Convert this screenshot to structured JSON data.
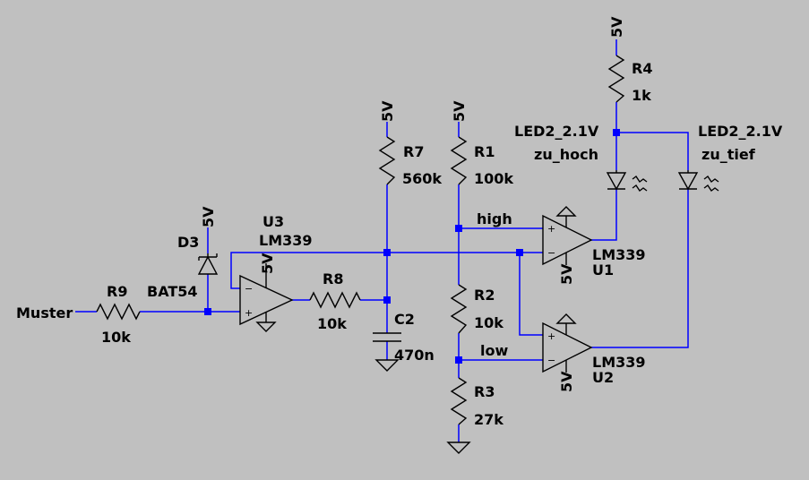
{
  "labels": {
    "muster": "Muster",
    "r9_name": "R9",
    "r9_value": "10k",
    "d3_name": "D3",
    "d3_value": "BAT54",
    "u3_name": "U3",
    "u3_value": "LM339",
    "r8_name": "R8",
    "r8_value": "10k",
    "c2_name": "C2",
    "c2_value": "470n",
    "r7_name": "R7",
    "r7_value": "560k",
    "r1_name": "R1",
    "r1_value": "100k",
    "r2_name": "R2",
    "r2_value": "10k",
    "r3_name": "R3",
    "r3_value": "27k",
    "r4_name": "R4",
    "r4_value": "1k",
    "u1_name": "U1",
    "u1_value": "LM339",
    "u2_name": "U2",
    "u2_value": "LM339",
    "led1_value": "LED2_2.1V",
    "led1_name": "zu_hoch",
    "led2_value": "LED2_2.1V",
    "led2_name": "zu_tief",
    "net_high": "high",
    "net_low": "low",
    "supply": "5V",
    "plus": "+",
    "minus": "−"
  }
}
